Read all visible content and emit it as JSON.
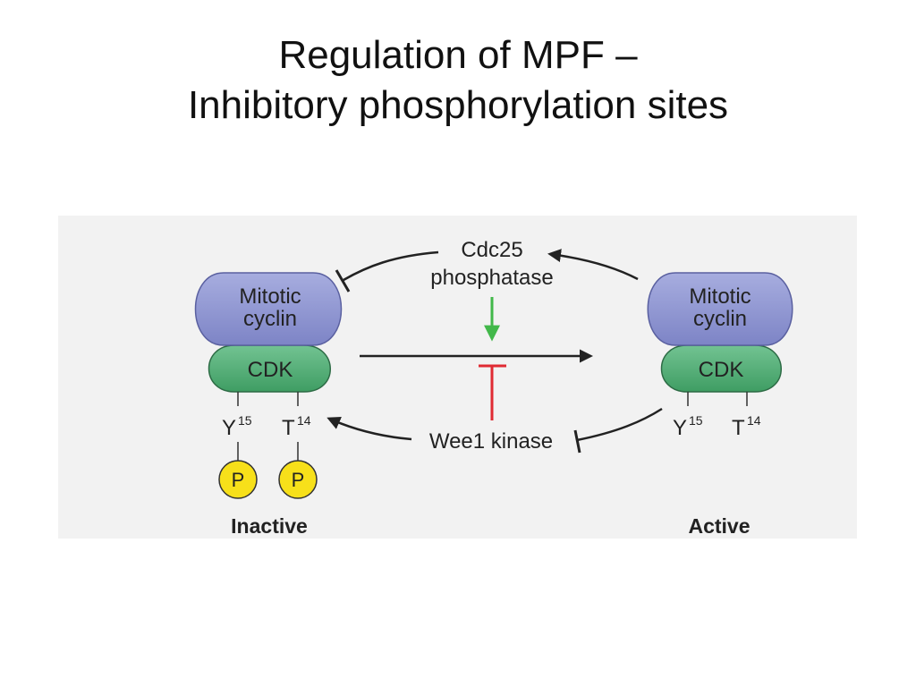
{
  "slide": {
    "title_line1": "Regulation of MPF –",
    "title_line2": "Inhibitory phosphorylation sites"
  },
  "diagram": {
    "cyclin_label_line1": "Mitotic",
    "cyclin_label_line2": "cyclin",
    "cdk_label": "CDK",
    "site_y": "Y",
    "site_y_number": "15",
    "site_t": "T",
    "site_t_number": "14",
    "phosphate_label": "P",
    "phosphatase_line1": "Cdc25",
    "phosphatase_line2": "phosphatase",
    "kinase_label": "Wee1 kinase",
    "inactive_label": "Inactive",
    "active_label": "Active"
  },
  "colors": {
    "cyclin_fill": "#8c93d2",
    "cdk_fill": "#4fae74",
    "phosphate_fill": "#f7e01a",
    "activation_arrow": "#42b84a",
    "inhibition_bar": "#e02b33",
    "panel_background": "#f2f2f2"
  }
}
